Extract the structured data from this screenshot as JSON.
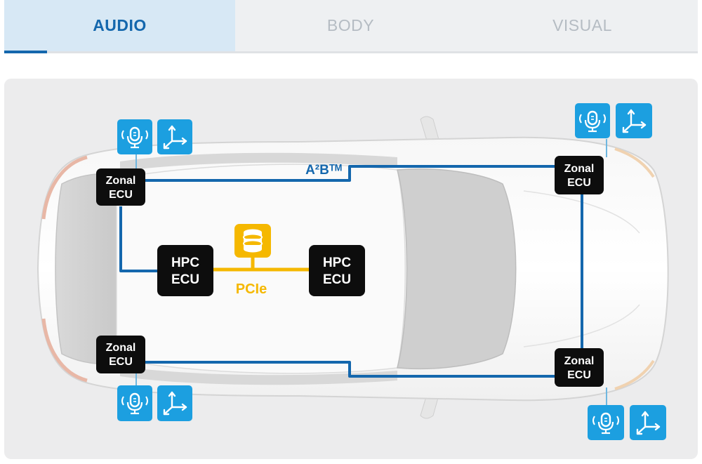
{
  "tabs": [
    {
      "label": "AUDIO",
      "active": true
    },
    {
      "label": "BODY",
      "active": false
    },
    {
      "label": "VISUAL",
      "active": false
    }
  ],
  "diagram": {
    "bus_label": "A²Bᵀᴹ",
    "pcie_label": "PCIe",
    "zonal_ecus": [
      {
        "line1": "Zonal",
        "line2": "ECU",
        "position": "front-left"
      },
      {
        "line1": "Zonal",
        "line2": "ECU",
        "position": "front-right"
      },
      {
        "line1": "Zonal",
        "line2": "ECU",
        "position": "rear-left"
      },
      {
        "line1": "Zonal",
        "line2": "ECU",
        "position": "rear-right"
      }
    ],
    "hpc_ecus": [
      {
        "line1": "HPC",
        "line2": "ECU",
        "position": "left"
      },
      {
        "line1": "HPC",
        "line2": "ECU",
        "position": "right"
      }
    ],
    "sensor_icons": [
      "microphone-icon",
      "accelerometer-icon"
    ],
    "colors": {
      "a2b_line": "#1467ad",
      "pcie_line": "#f5b800",
      "sensor_box": "#1c9fe0",
      "ecu_box": "#0d0d0d"
    }
  }
}
